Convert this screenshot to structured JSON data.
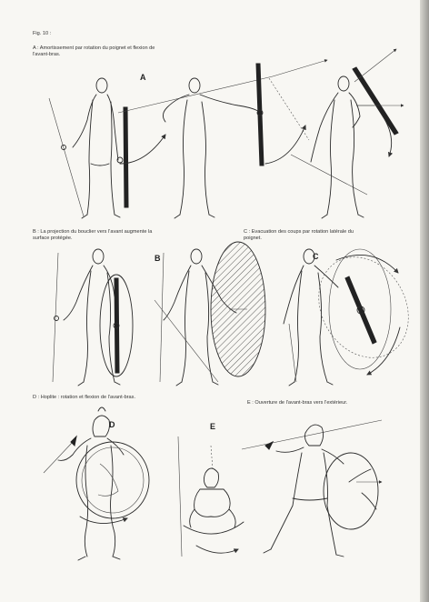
{
  "figure": {
    "number": "Fig. 10 :",
    "captions": {
      "a": "A : Amortissement par rotation du poignet et flexion de l'avant-bras.",
      "b": "B : La projection du bouclier vers l'avant augmente la surface protégée.",
      "c": "C : Evacuation des coups par rotation latérale du poignet.",
      "d": "D : Hoplite : rotation et flexion de l'avant-bras.",
      "e": "E : Ouverture de l'avant-bras vers l'extérieur."
    },
    "panel_letters": {
      "a": "A",
      "b": "B",
      "c": "C",
      "d": "D",
      "e": "E"
    }
  }
}
